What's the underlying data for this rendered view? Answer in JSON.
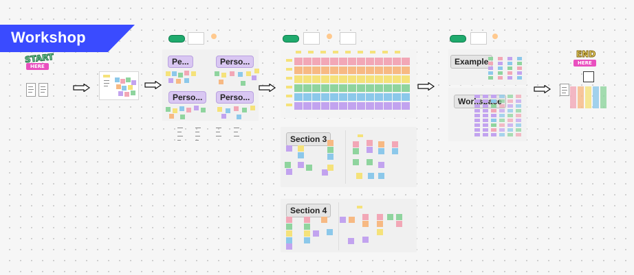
{
  "banner": {
    "title": "Workshop",
    "color": "#3a4bff"
  },
  "start_sticker": {
    "line1": "START",
    "line2": "HERE"
  },
  "end_sticker": {
    "line1": "END",
    "line2": "HERE"
  },
  "personas": {
    "labels": [
      "Pe...",
      "Perso...",
      "Perso...",
      "Perso..."
    ]
  },
  "sections": {
    "section3": "Section 3",
    "section4": "Section 4",
    "example": "Example",
    "workspace": "Workspace"
  },
  "colors": {
    "pink": "#f2a7b6",
    "orange": "#f7b983",
    "yellow": "#f5e27a",
    "green": "#8fd49e",
    "blue": "#8cc8ea",
    "purple": "#c2a3ef",
    "sticker_green": "#1faa6d",
    "sticker_pink": "#e94fbf"
  }
}
